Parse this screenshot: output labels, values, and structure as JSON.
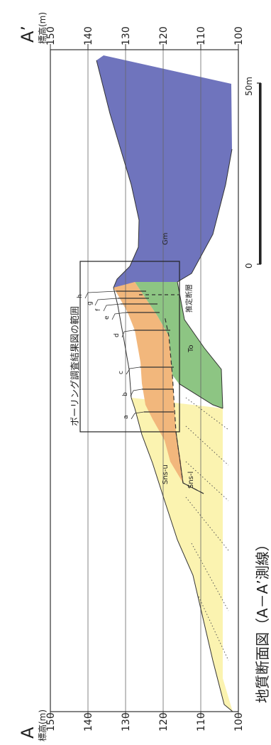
{
  "diagram": {
    "title": "地質断面図（A－A’測線）",
    "section_start_label": "A",
    "section_end_label": "A’",
    "elevation_axis_label": "標高(m)",
    "elevation_ticks": [
      "100",
      "110",
      "120",
      "130",
      "140",
      "150"
    ],
    "scale_bar": {
      "start_label": "0",
      "end_label": "50m"
    },
    "boring_range_label": "ボーリング調査結果図の範囲",
    "fault_label": "推定断層",
    "boreholes": [
      "a",
      "b",
      "c",
      "d",
      "e",
      "f",
      "g",
      "h"
    ],
    "units": [
      {
        "code": "Gm",
        "color": "#6F74BD"
      },
      {
        "code": "To",
        "color": "#8DC583"
      },
      {
        "code": "Sns-u",
        "color": "#F2B77C"
      },
      {
        "code": "Sns-l",
        "color": "#FBF3B0"
      }
    ]
  }
}
